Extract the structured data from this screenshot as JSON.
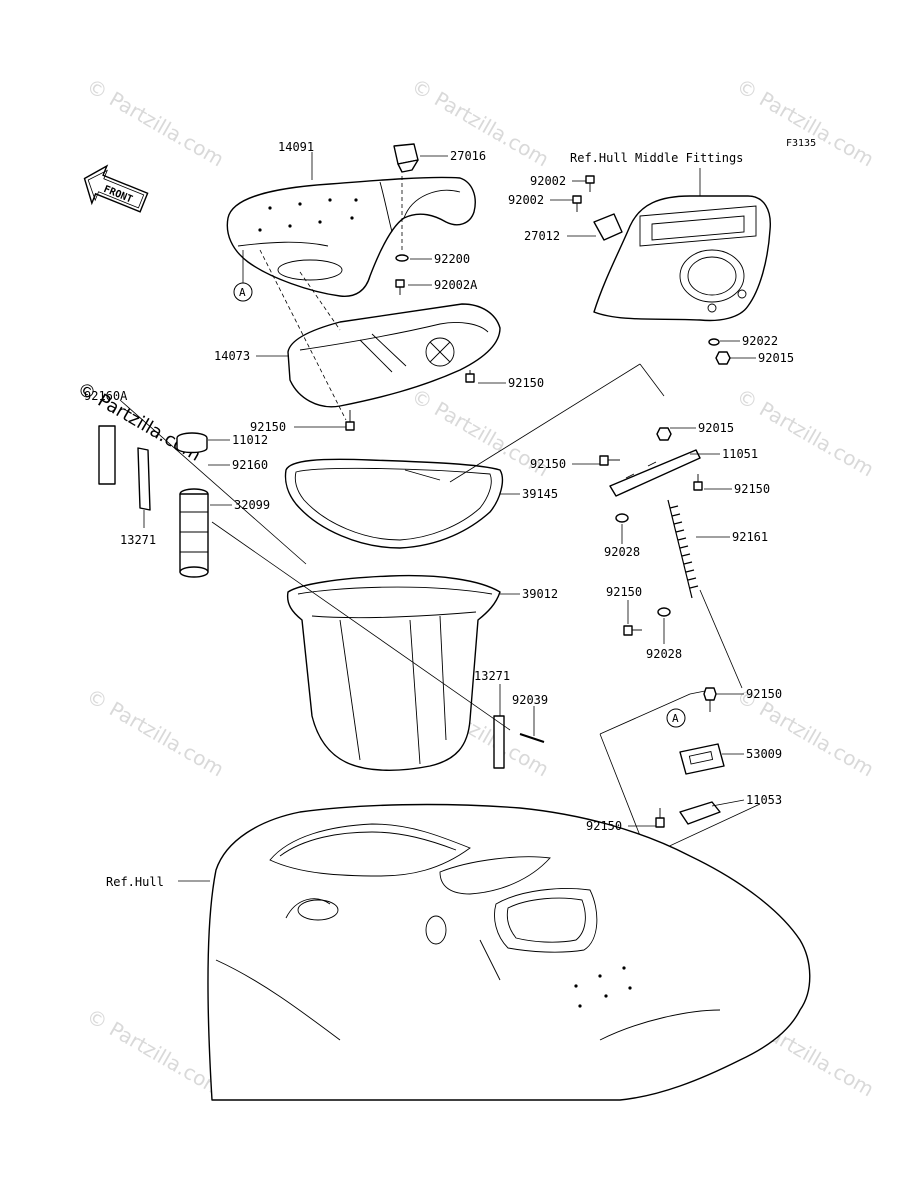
{
  "figure_code": "F3135",
  "front_marker": "FRONT",
  "watermark": "© Partzilla.com",
  "ref_labels": {
    "hull_middle_fittings": "Ref.Hull Middle Fittings",
    "hull": "Ref.Hull"
  },
  "callouts": [
    {
      "id": "14091",
      "text": "14091"
    },
    {
      "id": "27016",
      "text": "27016"
    },
    {
      "id": "92200",
      "text": "92200"
    },
    {
      "id": "92002A",
      "text": "92002A"
    },
    {
      "id": "14073",
      "text": "14073"
    },
    {
      "id": "92150-a",
      "text": "92150"
    },
    {
      "id": "92150-b",
      "text": "92150"
    },
    {
      "id": "92160A",
      "text": "92160A"
    },
    {
      "id": "11012",
      "text": "11012"
    },
    {
      "id": "92160",
      "text": "92160"
    },
    {
      "id": "32099",
      "text": "32099"
    },
    {
      "id": "13271-a",
      "text": "13271"
    },
    {
      "id": "39145",
      "text": "39145"
    },
    {
      "id": "39012",
      "text": "39012"
    },
    {
      "id": "13271-b",
      "text": "13271"
    },
    {
      "id": "92039",
      "text": "92039"
    },
    {
      "id": "92002-a",
      "text": "92002"
    },
    {
      "id": "92002-b",
      "text": "92002"
    },
    {
      "id": "27012",
      "text": "27012"
    },
    {
      "id": "92022",
      "text": "92022"
    },
    {
      "id": "92015-a",
      "text": "92015"
    },
    {
      "id": "92015-b",
      "text": "92015"
    },
    {
      "id": "92150-c",
      "text": "92150"
    },
    {
      "id": "11051",
      "text": "11051"
    },
    {
      "id": "92150-d",
      "text": "92150"
    },
    {
      "id": "92028-a",
      "text": "92028"
    },
    {
      "id": "92161",
      "text": "92161"
    },
    {
      "id": "92150-e",
      "text": "92150"
    },
    {
      "id": "92028-b",
      "text": "92028"
    },
    {
      "id": "92150-f",
      "text": "92150"
    },
    {
      "id": "53009",
      "text": "53009"
    },
    {
      "id": "11053",
      "text": "11053"
    },
    {
      "id": "92150-g",
      "text": "92150"
    }
  ],
  "markers": [
    {
      "id": "A-seat",
      "text": "A"
    },
    {
      "id": "A-latch",
      "text": "A"
    }
  ]
}
